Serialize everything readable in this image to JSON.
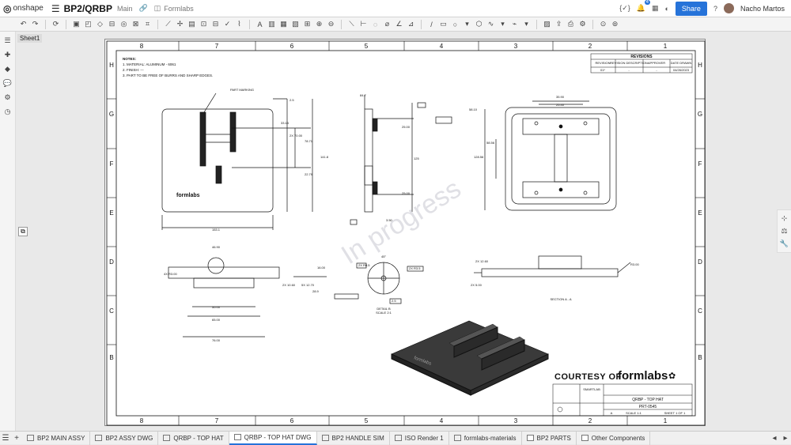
{
  "app": {
    "logo_mark": "◎",
    "name": "onshape"
  },
  "document": {
    "title": "BP2/QRBP",
    "branch": "Main",
    "workspace": "Formlabs"
  },
  "header": {
    "share_label": "Share",
    "user_name": "Nacho Martos",
    "notifications_count": "4",
    "help_label": "?"
  },
  "sheet_tab": "Sheet1",
  "drawing": {
    "columns": [
      "8",
      "7",
      "6",
      "5",
      "4",
      "3",
      "2",
      "1"
    ],
    "rows": [
      "H",
      "G",
      "F",
      "E",
      "D",
      "C",
      "B"
    ],
    "notes_title": "NOTES:",
    "notes": [
      "1.   MATERIAL: ALUMINUM - 6061",
      "2.   FINISH: ---",
      "3.   PART TO BE FREE OF BURRS AND SHARP EDGES."
    ],
    "revisions_title": "REVISIONS",
    "revisions_headers": [
      "REVISION",
      "REVISION DESCRIPTION",
      "APPROVER",
      "DATE DRAWN"
    ],
    "revisions_row": [
      "01*",
      "-",
      "-",
      "04/26/2023"
    ],
    "watermark": "In progress",
    "courtesy_text": "COURTESY OF",
    "brand": "formlabs",
    "title_block_name": "QRBP - TOP HAT",
    "part_number": "PRT-0545",
    "part_marking_label": "PART MARKING",
    "detail_label": "DETAIL B",
    "detail_scale": "SCALE 2:1",
    "section_label": "SECTION A - A",
    "dims": {
      "overall_width": "153.1",
      "overall_height": "141.8",
      "d_2_5": "2.5",
      "d_33_15": "33.15",
      "d_2x_70": "2X 70.00",
      "d_78_71": "78.71",
      "d_22_79": "22.79",
      "d_84_7": "84.7",
      "d_25a": "25.00",
      "d_125": "125",
      "d_25b": "25.00",
      "d_3_50": "3.50",
      "d_58_10": "58.10",
      "d_35_90": "35.90",
      "d_25_40": "25.40",
      "d_58_56": "58.56",
      "d_128_56": "128.56",
      "d_4x_r300": "4X R3.00",
      "d_46_90": "46.90",
      "d_16_00": "16.00",
      "d_2x_10_60": "2X 10.60",
      "d_12_70": "5X 12.70",
      "d_28_9": "28.9",
      "d_50_00": "50.00",
      "d_65_00": "65.00",
      "d_76_00": "76.00",
      "d_2x_12_60": "2X 12.60",
      "d_r3_00": "R3.00",
      "d_2x_5_00": "2X 5.00",
      "d_45": "45°",
      "d_r0_5": "2X R0.5",
      "d_2x_r3_5": "2X R3.5",
      "d_2_5b": "2.5"
    },
    "title_block": {
      "drawn": "SMARTLAB",
      "size": "A",
      "sheet": "SHEET 1 OF 1",
      "scale": "SCALE 1:1"
    }
  },
  "tabs": [
    {
      "label": "BP2 MAIN ASSY",
      "active": false
    },
    {
      "label": "BP2 ASSY DWG",
      "active": false
    },
    {
      "label": "QRBP - TOP HAT",
      "active": false
    },
    {
      "label": "QRBP - TOP HAT DWG",
      "active": true
    },
    {
      "label": "BP2 HANDLE SIM",
      "active": false
    },
    {
      "label": "ISO Render 1",
      "active": false
    },
    {
      "label": "formlabs-materials",
      "active": false
    },
    {
      "label": "BP2 PARTS",
      "active": false
    },
    {
      "label": "Other Components",
      "active": false
    }
  ],
  "colors": {
    "accent": "#2673d9",
    "part_fill": "#3a3a3a"
  }
}
